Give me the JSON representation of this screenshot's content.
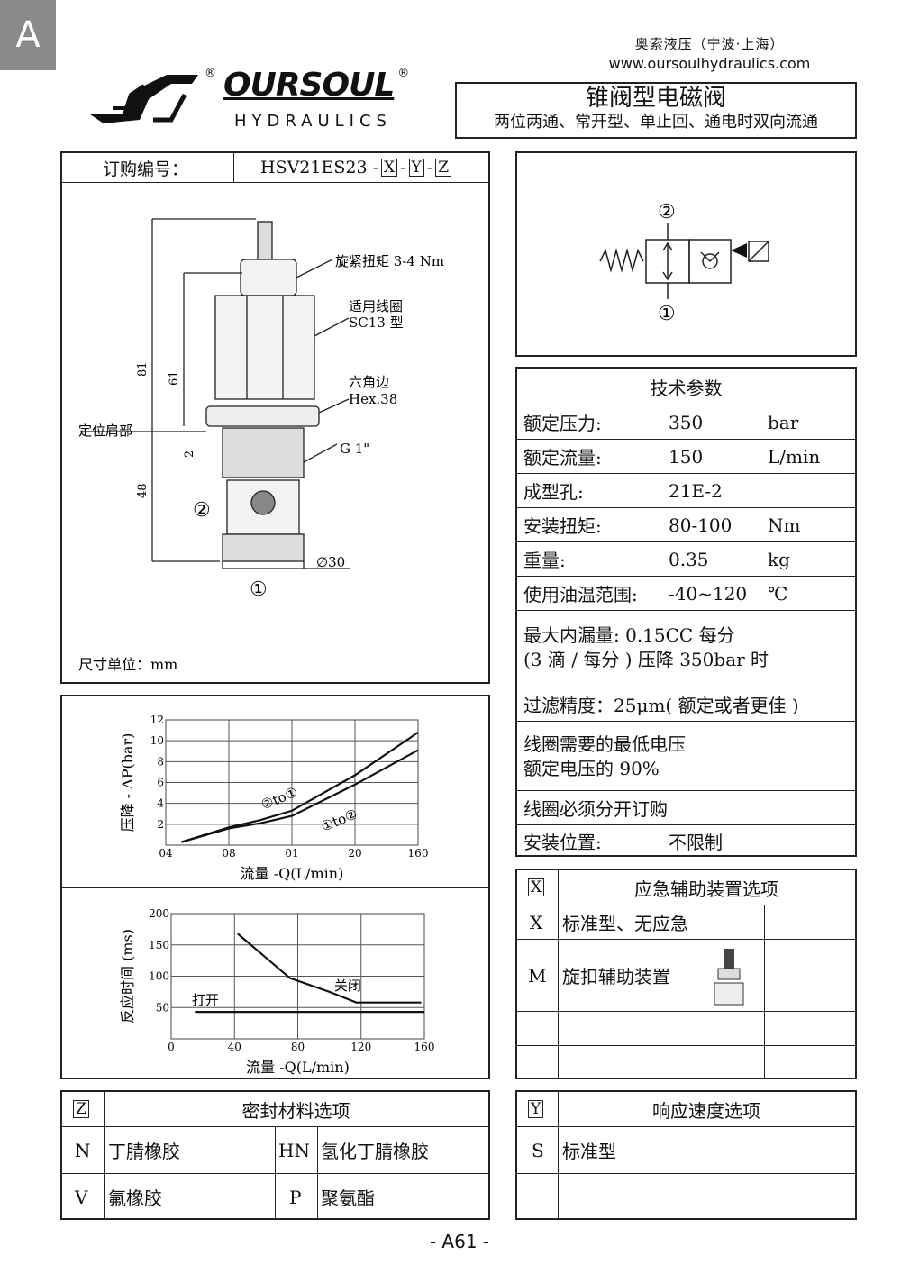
{
  "page_tag": "A",
  "company": {
    "name_cn": "奥索液压（宁波·上海）",
    "url": "www.oursoulhydraulics.com",
    "logo_text": "OURSOUL",
    "logo_sub": "HYDRAULICS",
    "reg": "®"
  },
  "title": {
    "main": "锥阀型电磁阀",
    "sub": "两位两通、常开型、单止回、通电时双向流通"
  },
  "order": {
    "label": "订购编号：",
    "code": "HSV21ES23 -",
    "x": "X",
    "y": "Y",
    "z": "Z",
    "dash": "-"
  },
  "drawing": {
    "torque": "旋紧扭矩 3-4 Nm",
    "coil": "适用线圈",
    "coil2": "SC13 型",
    "hex": "六角边",
    "hex2": "Hex.38",
    "shoulder": "定位肩部",
    "thread": "G 1\"",
    "dim81": "81",
    "dim61": "61",
    "dim2": "2",
    "dim48": "48",
    "dia": "∅30",
    "port1": "①",
    "port2": "②",
    "unit": "尺寸单位：mm"
  },
  "schematic": {
    "port2": "②",
    "port1": "①"
  },
  "specs": {
    "title": "技术参数",
    "rows": [
      {
        "label": "额定压力:",
        "value": "350",
        "unit": "bar"
      },
      {
        "label": "额定流量:",
        "value": "150",
        "unit": "L/min"
      },
      {
        "label": "成型孔:",
        "value": "21E-2",
        "unit": ""
      },
      {
        "label": "安装扭矩:",
        "value": "80-100",
        "unit": "Nm"
      },
      {
        "label": "重量:",
        "value": "0.35",
        "unit": "kg"
      },
      {
        "label": "使用油温范围:",
        "value": "-40~120",
        "unit": "℃"
      }
    ],
    "leak1": "最大内漏量:  0.15CC 每分",
    "leak2": "(3 滴 / 每分 ) 压降 350bar 时",
    "filter": "过滤精度：25μm( 额定或者更佳 )",
    "volt1": "线圈需要的最低电压",
    "volt2": "额定电压的 90%",
    "coil_order": "线圈必须分开订购",
    "pos_label": "安装位置:",
    "pos_value": "不限制"
  },
  "x_options": {
    "key": "X",
    "title": "应急辅助装置选项",
    "rows": [
      {
        "code": "X",
        "desc": "标准型、无应急"
      },
      {
        "code": "M",
        "desc": "旋扣辅助装置"
      }
    ]
  },
  "z_options": {
    "key": "Z",
    "title": "密封材料选项",
    "rows": [
      {
        "c1": "N",
        "d1": "丁腈橡胶",
        "c2": "HN",
        "d2": "氢化丁腈橡胶"
      },
      {
        "c1": "V",
        "d1": "氟橡胶",
        "c2": "P",
        "d2": "聚氨酯"
      }
    ]
  },
  "y_options": {
    "key": "Y",
    "title": "响应速度选项",
    "rows": [
      {
        "code": "S",
        "desc": "标准型"
      }
    ]
  },
  "page_number": "- A61 -",
  "chart_data": [
    {
      "type": "line",
      "title": "",
      "xlabel": "流量 -Q(L/min)",
      "ylabel": "压降 - ΔP(bar)",
      "x_tick_labels": [
        "04",
        "08",
        "01",
        "20",
        "160"
      ],
      "yticks": [
        2,
        4,
        6,
        8,
        10,
        12
      ],
      "ylim": [
        0,
        12
      ],
      "grid": true,
      "series": [
        {
          "name": "②to①",
          "x": [
            0.25,
            1,
            1.5,
            2,
            3,
            4
          ],
          "y": [
            0.3,
            1.7,
            2.4,
            3.3,
            6.7,
            10.8
          ]
        },
        {
          "name": "①to②",
          "x": [
            0.25,
            1,
            1.5,
            2,
            3,
            4
          ],
          "y": [
            0.3,
            1.6,
            2.1,
            2.8,
            5.8,
            9.1
          ]
        }
      ]
    },
    {
      "type": "line",
      "title": "",
      "xlabel": "流量 -Q(L/min)",
      "ylabel": "反应时间 (ms)",
      "xticks": [
        0,
        40,
        80,
        120,
        160
      ],
      "yticks": [
        50,
        100,
        150,
        200
      ],
      "xlim": [
        0,
        160
      ],
      "ylim": [
        0,
        200
      ],
      "grid": true,
      "series": [
        {
          "name": "关闭",
          "x": [
            42,
            55,
            75,
            100,
            117,
            158
          ],
          "y": [
            168,
            140,
            97,
            75,
            58,
            58
          ]
        },
        {
          "name": "打开",
          "x": [
            15,
            160
          ],
          "y": [
            43,
            43
          ]
        }
      ]
    }
  ]
}
